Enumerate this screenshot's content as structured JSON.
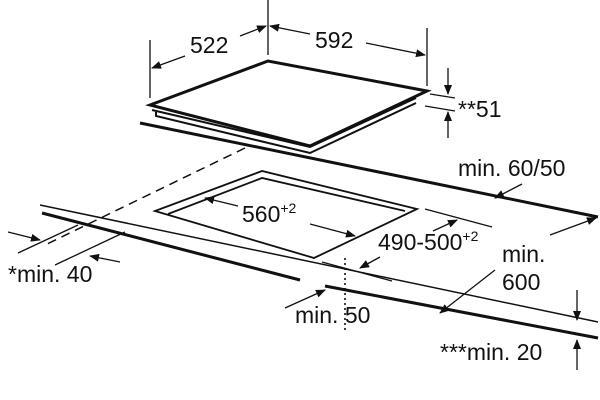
{
  "hob": {
    "depth_label": "522",
    "width_label": "592",
    "height_label": "**51"
  },
  "cutout": {
    "width_value": "560",
    "width_tolerance": "+2",
    "depth_value": "490-500",
    "depth_tolerance": "+2"
  },
  "clearances": {
    "back_wall": "min. 60/50",
    "left_wall": "*min. 40",
    "front_edge": "min. 50",
    "worktop_depth_line1": "min.",
    "worktop_depth_line2": "600",
    "worktop_thickness": "***min. 20"
  }
}
